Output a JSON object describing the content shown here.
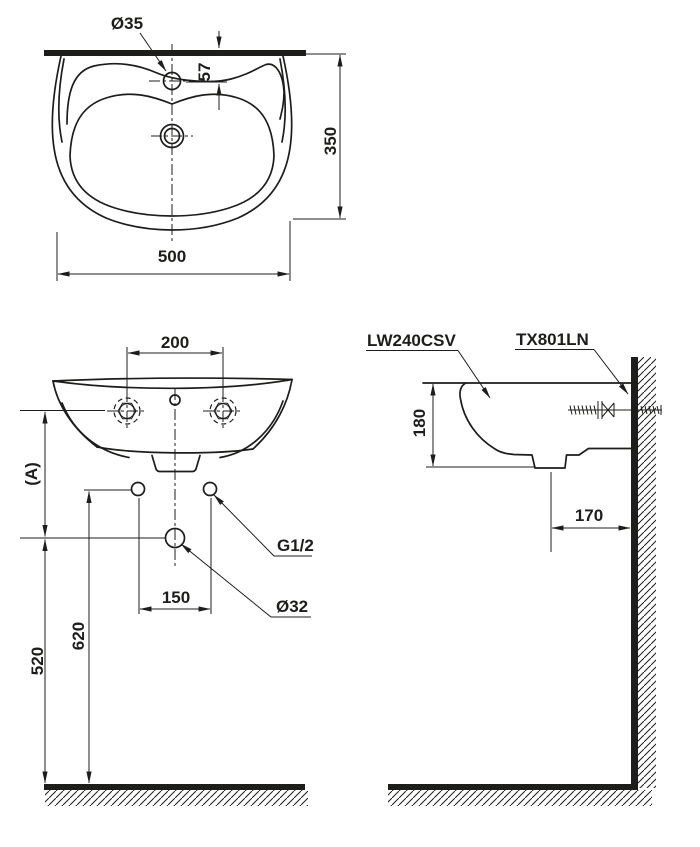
{
  "drawing": {
    "ink_color": "#1d1d1b",
    "background_color": "#ffffff",
    "top_view": {
      "labels": {
        "faucet_hole_diameter": "Ø35",
        "faucet_hole_setback": "57",
        "basin_depth": "350",
        "basin_width": "500"
      }
    },
    "front_view": {
      "labels": {
        "bolt_hole_spacing": "200",
        "rim_height_reference": "(A)",
        "drain_center_height": "520",
        "supply_center_height": "620",
        "supply_hole_spacing": "150",
        "supply_thread_size": "G1/2",
        "drain_diameter": "Ø32"
      }
    },
    "side_view": {
      "labels": {
        "basin_model": "LW240CSV",
        "fixing_bolt_model": "TX801LN",
        "basin_height": "180",
        "drain_to_wall_distance": "170"
      }
    }
  }
}
